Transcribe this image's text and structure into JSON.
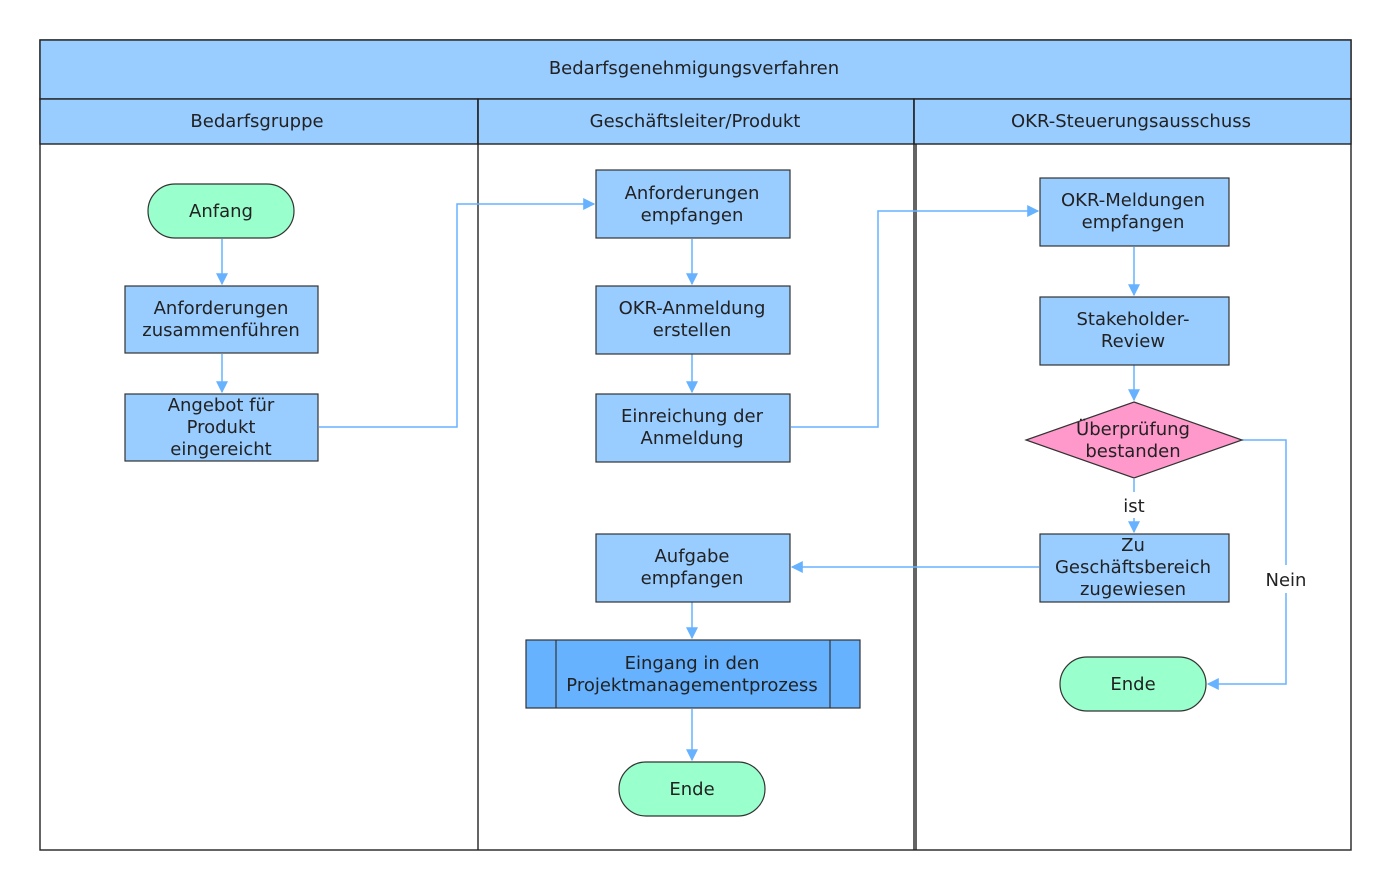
{
  "title": "Bedarfsgenehmigungsverfahren",
  "lanes": [
    {
      "label": "Bedarfsgruppe"
    },
    {
      "label": "Geschäftsleiter/Produkt"
    },
    {
      "label": "OKR-Steuerungsausschuss"
    }
  ],
  "nodes": {
    "start": [
      "Anfang"
    ],
    "merge_requirements": [
      "Anforderungen",
      "zusammenführen"
    ],
    "offer_submitted": [
      "Angebot für",
      "Produkt",
      "eingereicht"
    ],
    "receive_requirements": [
      "Anforderungen",
      "empfangen"
    ],
    "create_okr": [
      "OKR-Anmeldung",
      "erstellen"
    ],
    "submit_registration": [
      "Einreichung der",
      "Anmeldung"
    ],
    "receive_task": [
      "Aufgabe",
      "empfangen"
    ],
    "pm_process": [
      "Eingang in den",
      "Projektmanagementprozess"
    ],
    "end_middle": [
      "Ende"
    ],
    "receive_okr": [
      "OKR-Meldungen",
      "empfangen"
    ],
    "stakeholder_review": [
      "Stakeholder-",
      "Review"
    ],
    "check_passed": [
      "Überprüfung",
      "bestanden"
    ],
    "assign_business": [
      "Zu",
      "Geschäftsbereich",
      "zugewiesen"
    ],
    "end_right": [
      "Ende"
    ]
  },
  "edge_labels": {
    "yes": "ist",
    "no": "Nein"
  },
  "colors": {
    "header": "#99ccff",
    "process": "#99ccff",
    "subprocess": "#66b2ff",
    "terminal": "#99ffcc",
    "decision": "#ff99cc",
    "connector": "#66b2ff"
  }
}
